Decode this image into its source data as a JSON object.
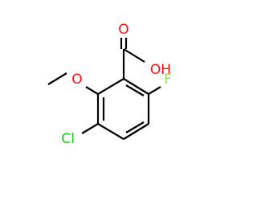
{
  "molecule": {
    "atoms": [
      {
        "id": "o_carbonyl",
        "label": "O",
        "color": "#ff0d0d"
      },
      {
        "id": "o_hydroxyl",
        "label": "OH",
        "color": "#ff0d0d"
      },
      {
        "id": "o_methoxy",
        "label": "O",
        "color": "#ff0d0d"
      },
      {
        "id": "cl",
        "label": "Cl",
        "color": "#1fc31f"
      },
      {
        "id": "f",
        "label": "F",
        "color": "#90e050"
      }
    ],
    "bond_color": "#000000"
  }
}
